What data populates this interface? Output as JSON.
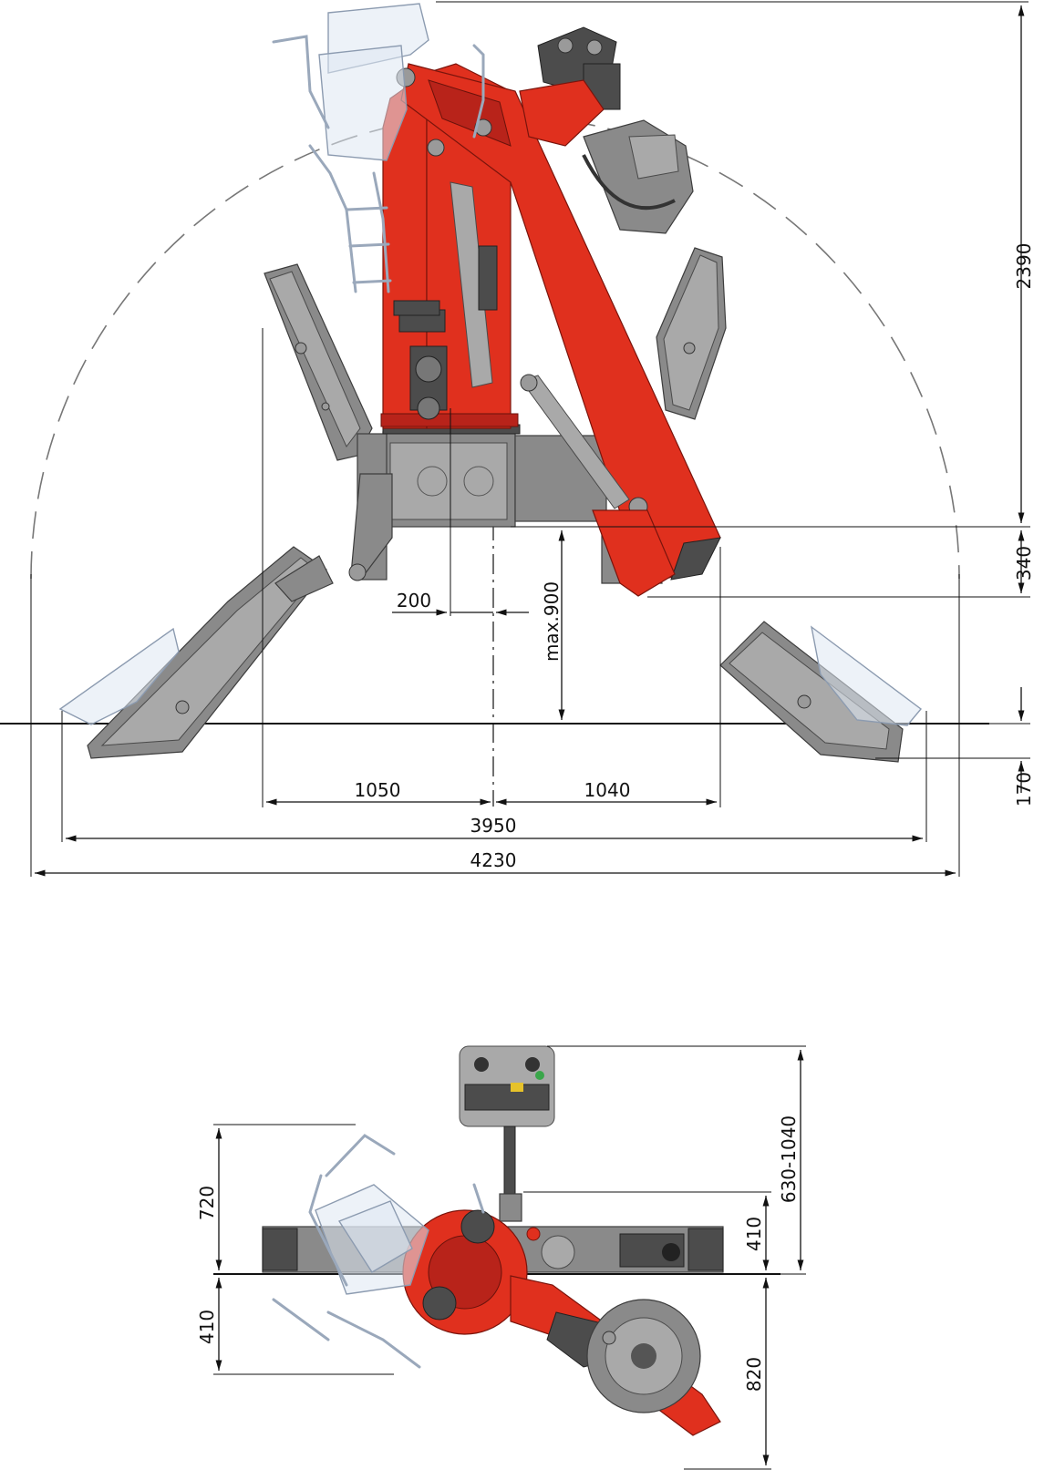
{
  "colors": {
    "crane_red": "#e0301e",
    "frame_grey": "#8a8a8a",
    "ghost_blue": "#dfe7f2",
    "dimension_line": "#111111"
  },
  "side_view": {
    "dim_height_top": "2390",
    "dim_height_right": "340",
    "dim_height_bottom": "170",
    "dim_max_height": "max.900",
    "dim_offset": "200",
    "dim_left_half": "1050",
    "dim_right_half": "1040",
    "dim_width_inner": "3950",
    "dim_width_outer": "4230"
  },
  "top_view": {
    "dim_left_upper": "720",
    "dim_left_lower": "410",
    "dim_right_upper": "410",
    "dim_right_lower": "820",
    "dim_right_range": "630-1040"
  }
}
